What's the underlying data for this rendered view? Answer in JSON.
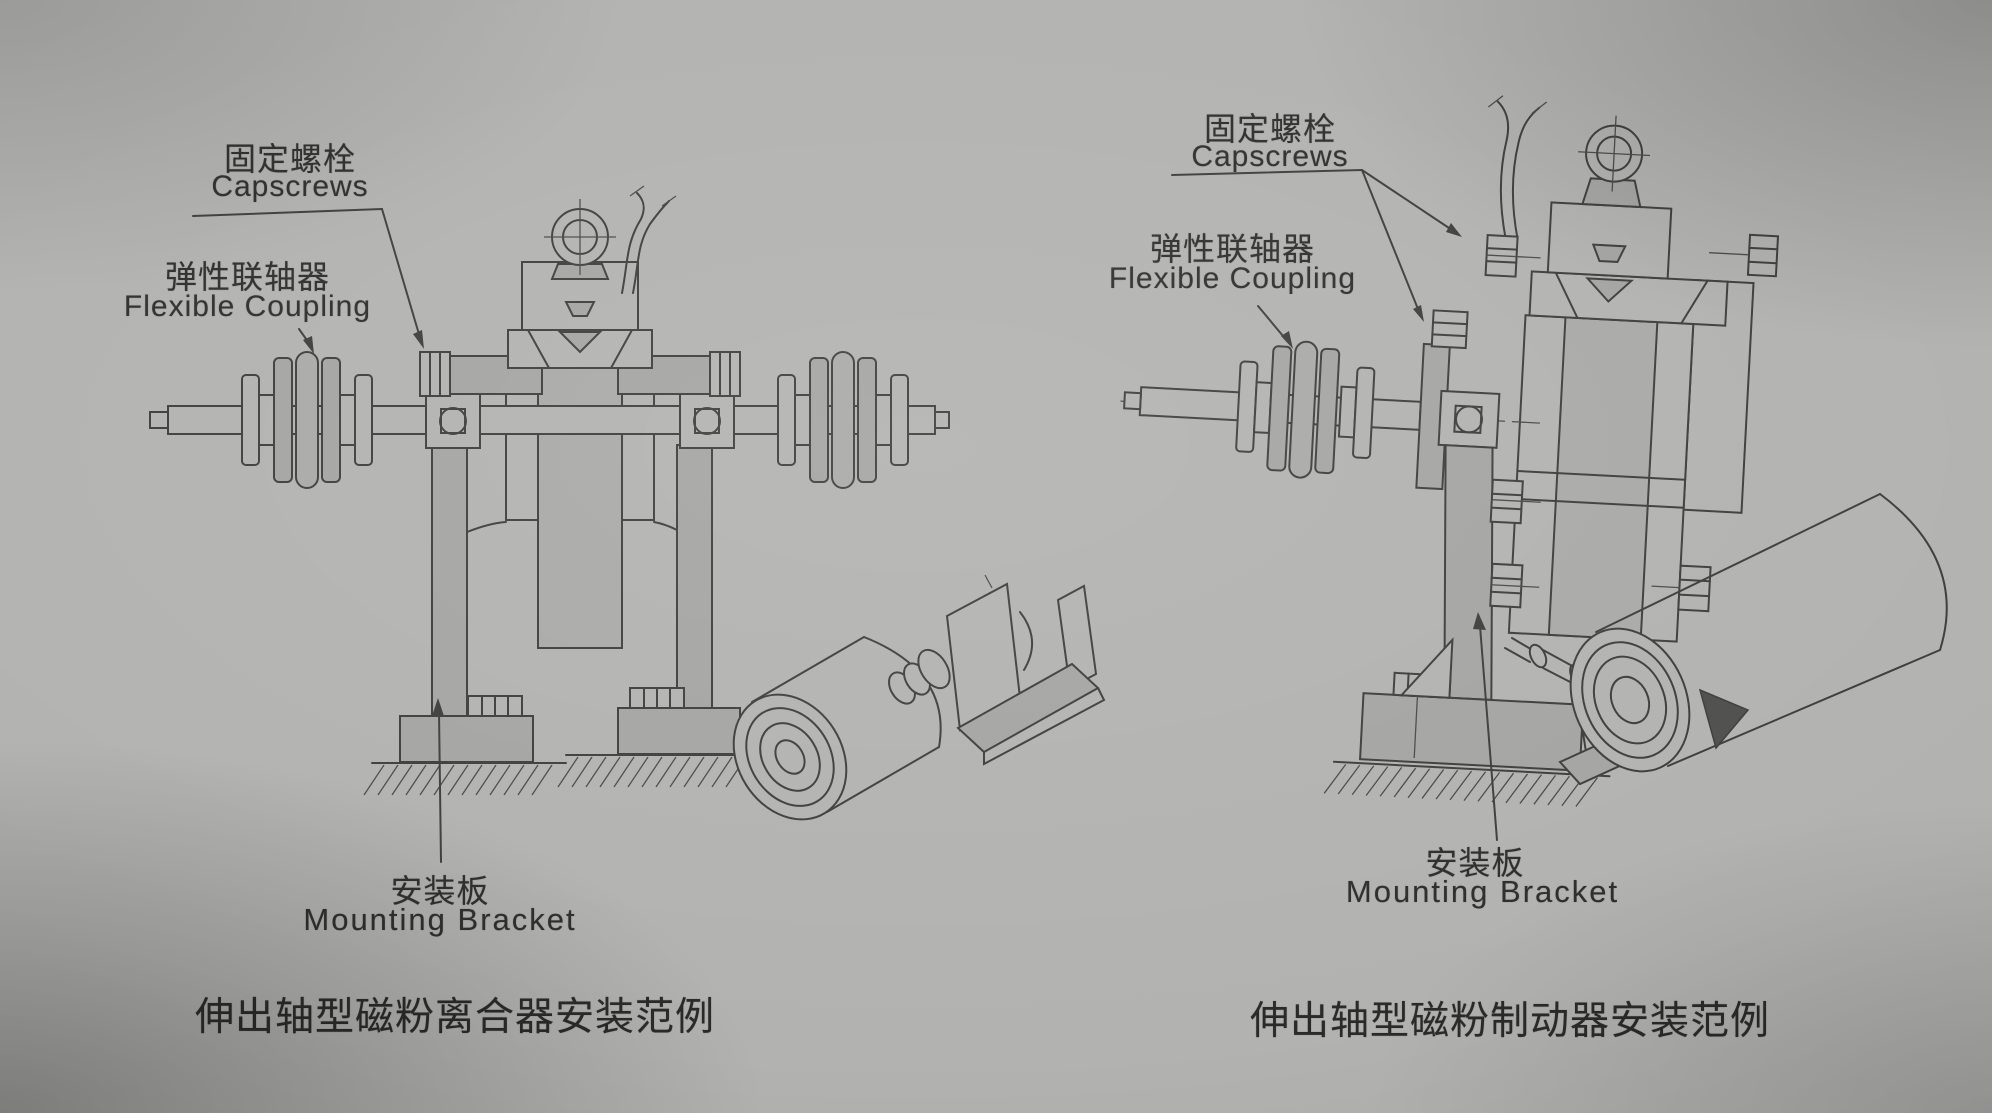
{
  "colors": {
    "paper": "#b2b2b0",
    "ink": "#3d3d3b",
    "text": "#2d2d2b"
  },
  "left": {
    "labels": {
      "capscrews": {
        "zh": "固定螺栓",
        "en": "Capscrews"
      },
      "flexible_coupling": {
        "zh": "弹性联轴器",
        "en": "Flexible Coupling"
      },
      "mounting_bracket": {
        "zh": "安装板",
        "en": "Mounting Bracket"
      }
    },
    "caption": "伸出轴型磁粉离合器安装范例"
  },
  "right": {
    "labels": {
      "capscrews": {
        "zh": "固定螺栓",
        "en": "Capscrews"
      },
      "flexible_coupling": {
        "zh": "弹性联轴器",
        "en": "Flexible Coupling"
      },
      "mounting_bracket": {
        "zh": "安装板",
        "en": "Mounting Bracket"
      }
    },
    "caption": "伸出轴型磁粉制动器安装范例"
  }
}
